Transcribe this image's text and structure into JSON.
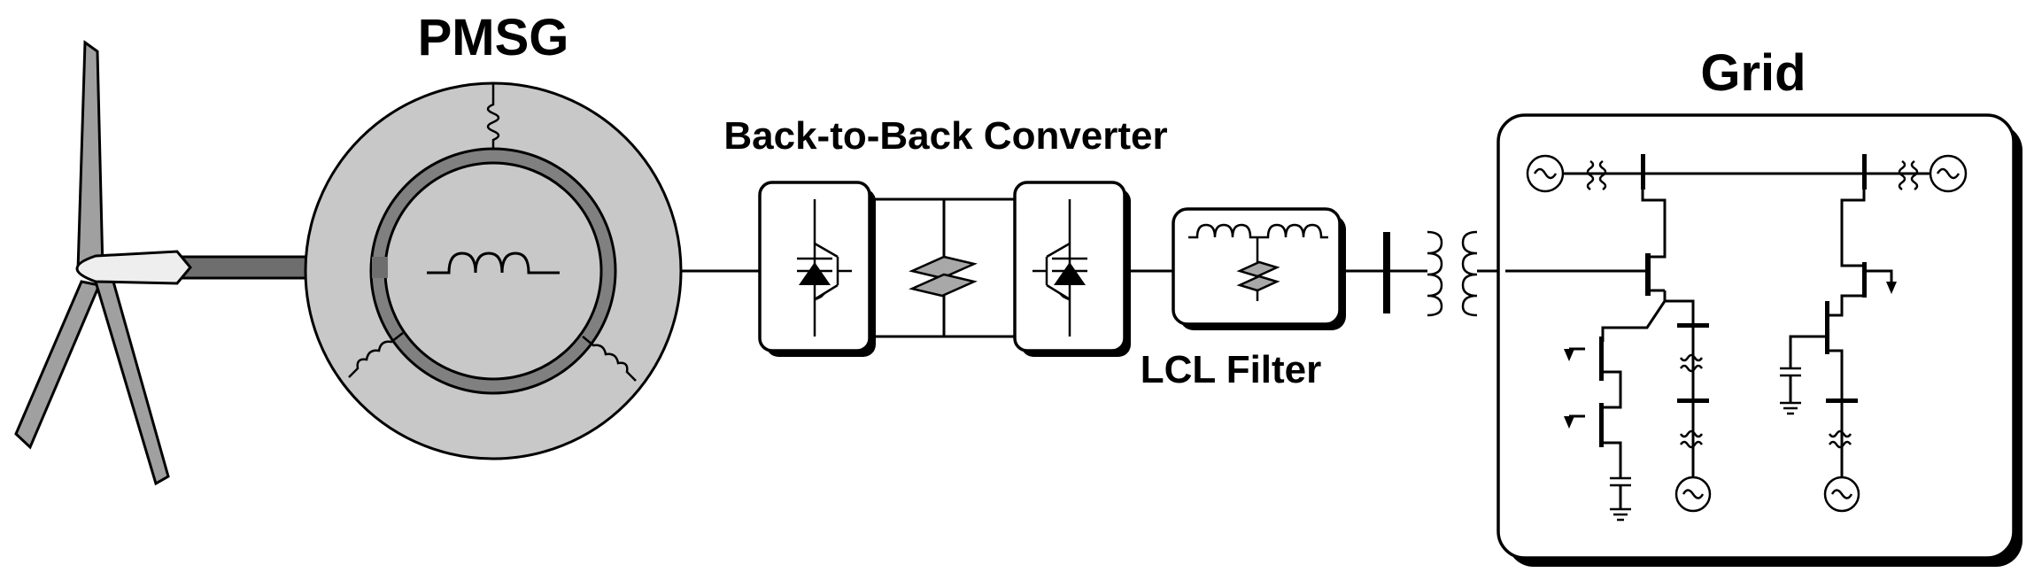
{
  "labels": {
    "generator": "PMSG",
    "converter": "Back-to-Back Converter",
    "filter": "LCL Filter",
    "grid": "Grid"
  },
  "colors": {
    "stator_fill": "#c8c8c8",
    "ring_fill": "#808080",
    "rotor_fill": "#c8c8c8",
    "blade_fill": "#a0a0a0",
    "shaft_fill": "#6e6e6e",
    "capacitor_fill": "#a8a8a8",
    "line": "#000000",
    "background": "#ffffff"
  },
  "icons": [
    "wind-turbine-icon",
    "generator-coil-icon",
    "igbt-diode-icon",
    "capacitor-icon",
    "inductor-icon",
    "transformer-icon",
    "ac-source-icon",
    "ground-icon"
  ]
}
